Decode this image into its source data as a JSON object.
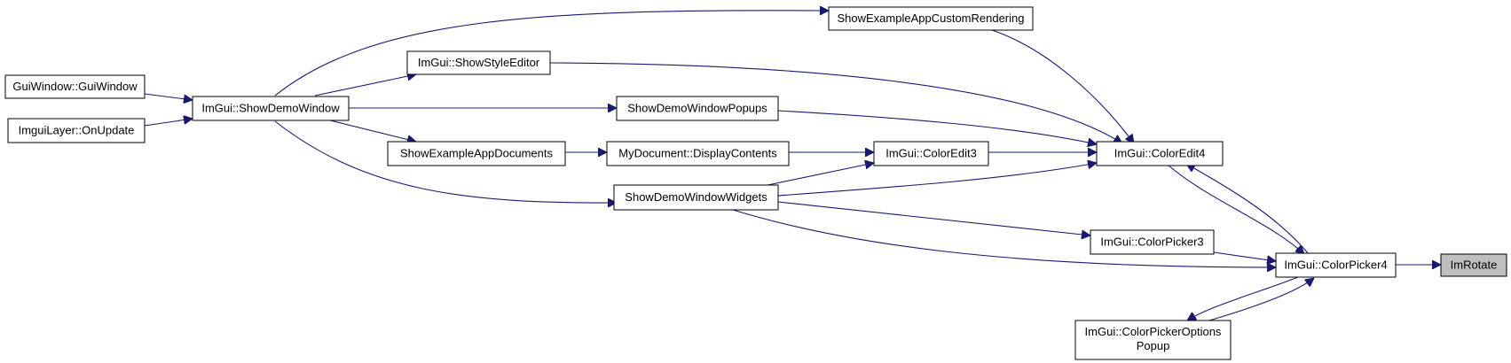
{
  "nodes": {
    "gui_window": "GuiWindow::GuiWindow",
    "imgui_layer": "ImguiLayer::OnUpdate",
    "show_demo_window": "ImGui::ShowDemoWindow",
    "show_example_app_custom_rendering": "ShowExampleAppCustomRendering",
    "show_style_editor": "ImGui::ShowStyleEditor",
    "show_demo_window_popups": "ShowDemoWindowPopups",
    "show_example_app_documents": "ShowExampleAppDocuments",
    "my_document_display_contents": "MyDocument::DisplayContents",
    "color_edit3": "ImGui::ColorEdit3",
    "show_demo_window_widgets": "ShowDemoWindowWidgets",
    "color_edit4": "ImGui::ColorEdit4",
    "color_picker3": "ImGui::ColorPicker3",
    "color_picker4": "ImGui::ColorPicker4",
    "color_picker_options_popup_line1": "ImGui::ColorPickerOptions",
    "color_picker_options_popup_line2": "Popup",
    "im_rotate": "ImRotate"
  },
  "colors": {
    "edge": "#191970",
    "current_node_fill": "#bfbfbf",
    "node_fill": "#ffffff",
    "node_border": "#000000"
  }
}
